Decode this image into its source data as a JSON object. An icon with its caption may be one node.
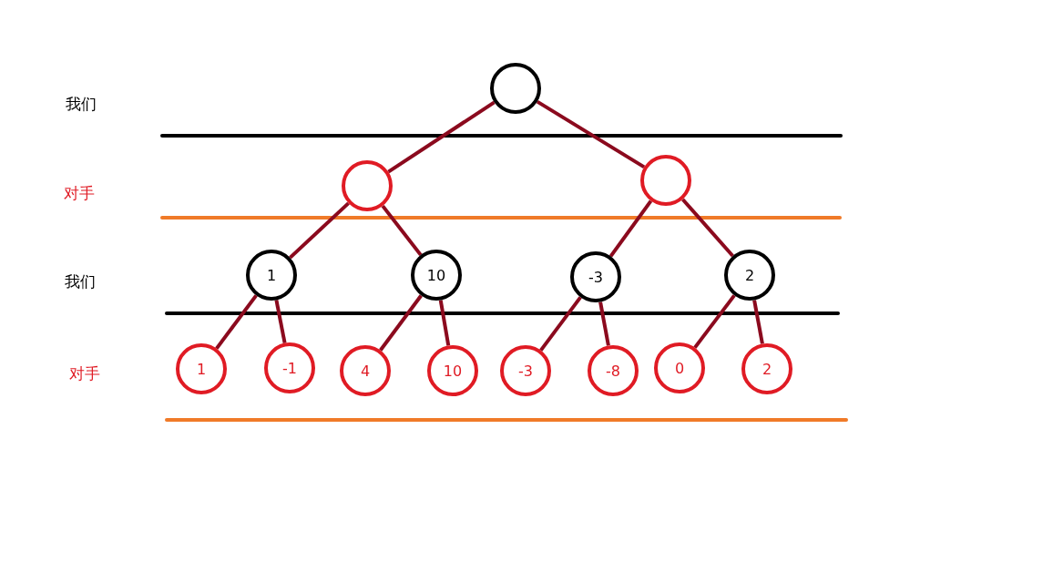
{
  "diagram": {
    "nodes": [
      {
        "text": [],
        "shape": "circle"
      },
      {
        "text": [],
        "shape": "circle"
      },
      {
        "text": [],
        "shape": "circle"
      },
      {
        "text": [
          "1"
        ]
      },
      {
        "text": [
          "10"
        ]
      },
      {
        "text": [
          "-3"
        ]
      },
      {
        "text": [
          "2"
        ]
      },
      {
        "text": [
          "1"
        ]
      },
      {
        "text": [
          "-1"
        ]
      },
      {
        "text": [
          "4"
        ]
      },
      {
        "text": [
          "10"
        ]
      },
      {
        "text": [
          "-3"
        ]
      },
      {
        "text": [
          "-8"
        ]
      },
      {
        "text": [
          "0"
        ]
      },
      {
        "text": [
          "2"
        ]
      }
    ],
    "edges": [
      {
        "from": 0,
        "to": 1,
        "arrow": "none"
      },
      {
        "from": 0,
        "to": 2,
        "arrow": "none"
      },
      {
        "from": 1,
        "to": 3,
        "arrow": "none"
      },
      {
        "from": 1,
        "to": 4,
        "arrow": "none"
      },
      {
        "from": 2,
        "to": 5,
        "arrow": "none"
      },
      {
        "from": 2,
        "to": 6,
        "arrow": "none"
      },
      {
        "from": 3,
        "to": 7,
        "arrow": "none"
      },
      {
        "from": 3,
        "to": 8,
        "arrow": "none"
      },
      {
        "from": 4,
        "to": 9,
        "arrow": "none"
      },
      {
        "from": 4,
        "to": 10,
        "arrow": "none"
      },
      {
        "from": 5,
        "to": 11,
        "arrow": "none"
      },
      {
        "from": 5,
        "to": 12,
        "arrow": "none"
      },
      {
        "from": 6,
        "to": 13,
        "arrow": "none"
      },
      {
        "from": 6,
        "to": 14,
        "arrow": "none"
      }
    ],
    "labels": [
      "我们",
      "对手",
      "我们",
      "对手"
    ]
  }
}
